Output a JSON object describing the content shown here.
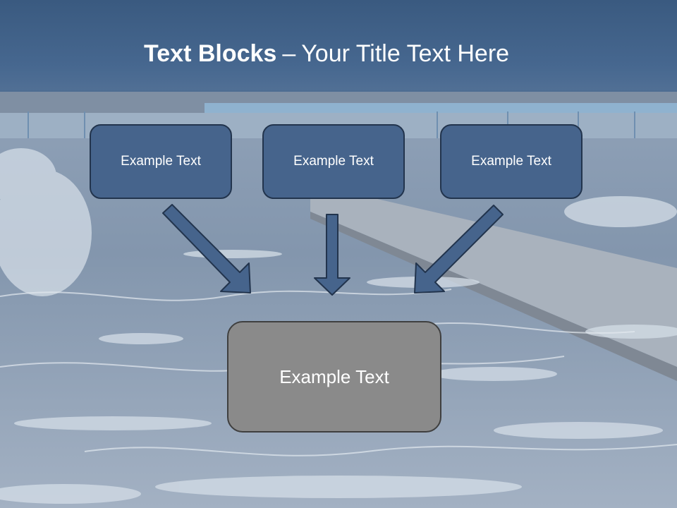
{
  "slide": {
    "title_bold": "Text Blocks",
    "title_dash": "–",
    "title_rest": "Your Title Text Here",
    "blocks": [
      {
        "label": "Example Text"
      },
      {
        "label": "Example Text"
      },
      {
        "label": "Example Text"
      }
    ],
    "result_block": {
      "label": "Example Text"
    }
  },
  "colors": {
    "title_band": "#3a5a80",
    "block_fill": "#46648c",
    "block_border": "#22344d",
    "result_fill": "#8a8a8a",
    "arrow_fill": "#46648c"
  }
}
